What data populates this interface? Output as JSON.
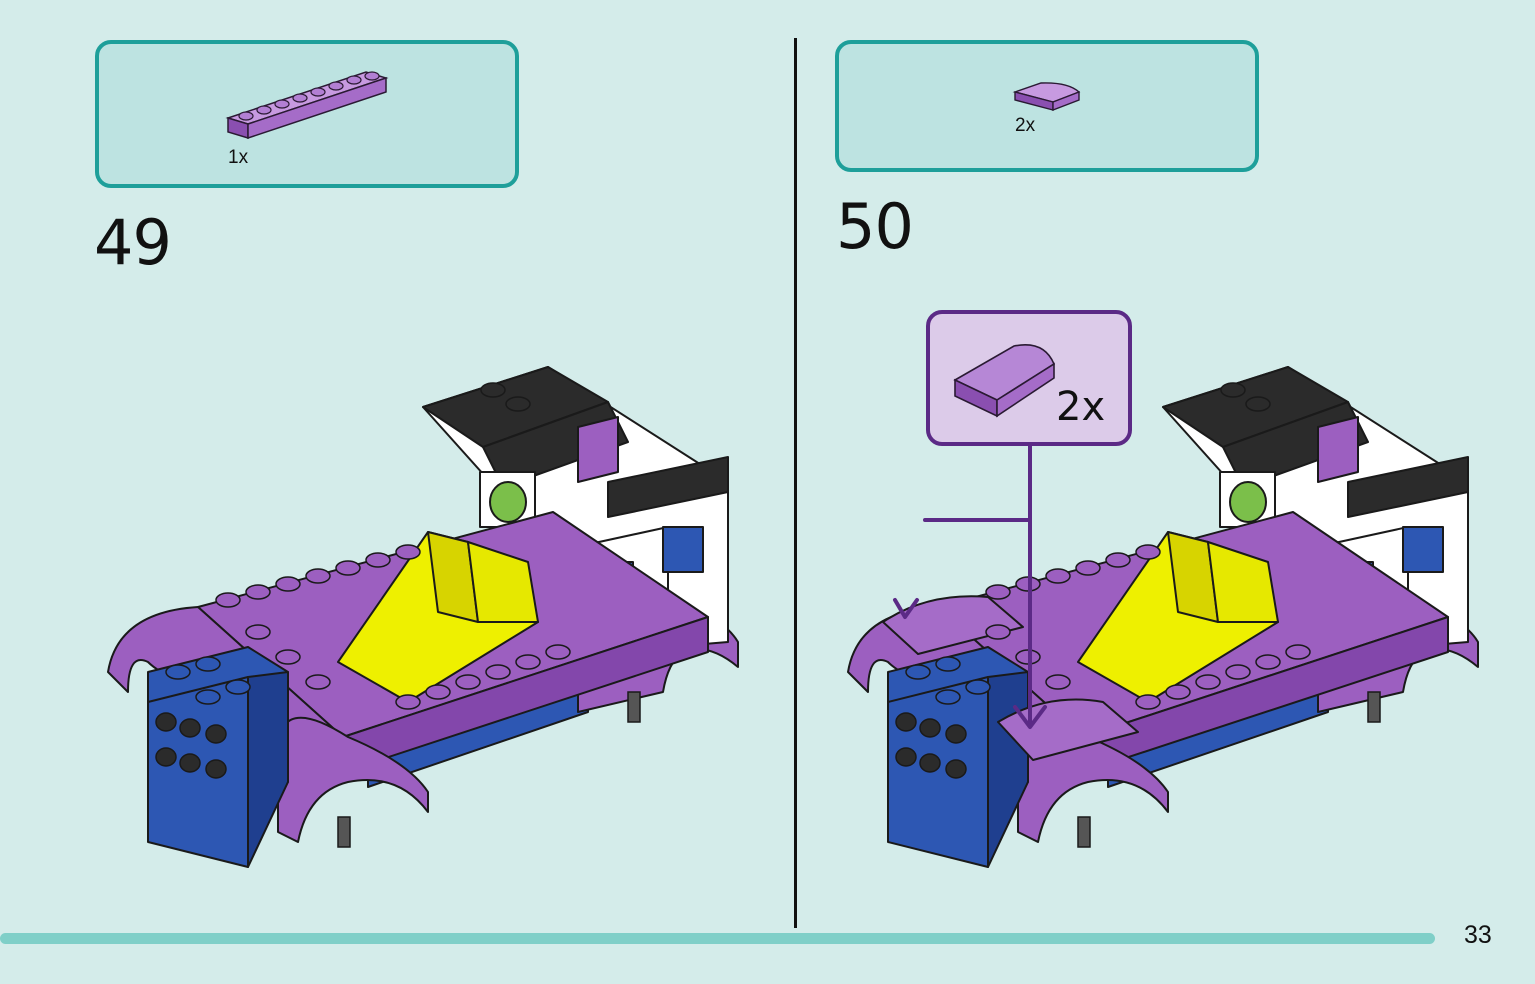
{
  "steps": [
    {
      "number": "49",
      "parts": [
        {
          "quantity": "1x",
          "part": "purple-plate-1x8"
        }
      ]
    },
    {
      "number": "50",
      "parts": [
        {
          "quantity": "2x",
          "part": "purple-curved-slope"
        }
      ],
      "callout": {
        "quantity": "2x"
      }
    }
  ],
  "page_number": "33",
  "colors": {
    "background": "#d4ecea",
    "parts_border": "#1e9f9a",
    "parts_fill": "#bde3e1",
    "brick_purple": "#9c5fc0",
    "brick_blue": "#2d57b3",
    "brick_yellow": "#eef000",
    "callout_border": "#5b2a86"
  }
}
